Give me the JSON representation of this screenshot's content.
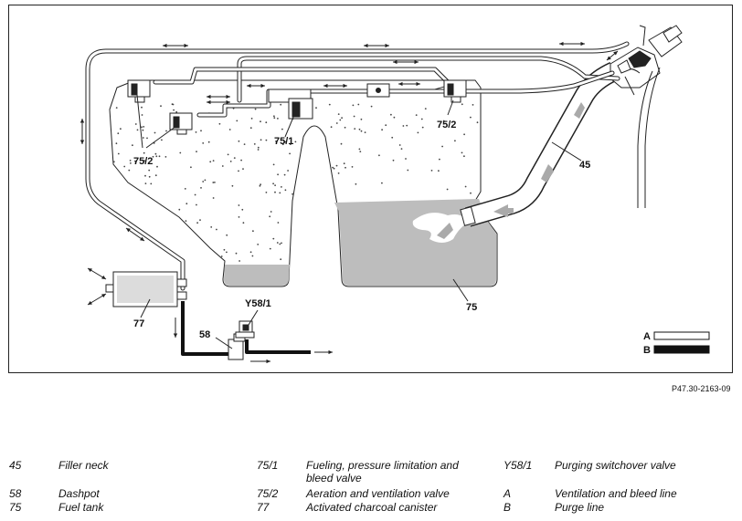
{
  "diagram": {
    "callouts": {
      "c45": "45",
      "c58": "58",
      "c75": "75",
      "c75_1": "75/1",
      "c75_2_left": "75/2",
      "c75_2_right": "75/2",
      "c77": "77",
      "cY58_1": "Y58/1"
    },
    "legend": {
      "a_label": "A",
      "b_label": "B"
    },
    "figure_code": "P47.30-2163-09"
  },
  "key": [
    {
      "code": "45",
      "description": "Filler neck"
    },
    {
      "code": "58",
      "description": "Dashpot"
    },
    {
      "code": "75",
      "description": "Fuel tank"
    },
    {
      "code": "75/1",
      "description": "Fueling, pressure limitation and bleed valve"
    },
    {
      "code": "75/2",
      "description": "Aeration and ventilation valve"
    },
    {
      "code": "77",
      "description": "Activated charcoal canister"
    },
    {
      "code": "Y58/1",
      "description": "Purging switchover valve"
    },
    {
      "code": "A",
      "description": "Ventilation and bleed line"
    },
    {
      "code": "B",
      "description": "Purge line"
    }
  ]
}
